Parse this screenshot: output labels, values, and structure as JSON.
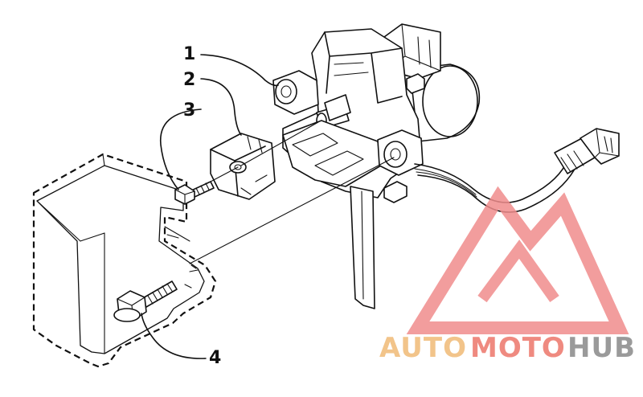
{
  "diagram": {
    "callouts": [
      {
        "id": "1",
        "label": "1"
      },
      {
        "id": "2",
        "label": "2"
      },
      {
        "id": "3",
        "label": "3"
      },
      {
        "id": "4",
        "label": "4"
      }
    ]
  },
  "watermark": {
    "part1": "AUTO",
    "part2": "MOTO",
    "part3": "HUB",
    "colors": {
      "auto": "#f2c48a",
      "moto": "#ef8a80",
      "hub": "#9a9a9a",
      "logo": "#f08c8c"
    }
  }
}
